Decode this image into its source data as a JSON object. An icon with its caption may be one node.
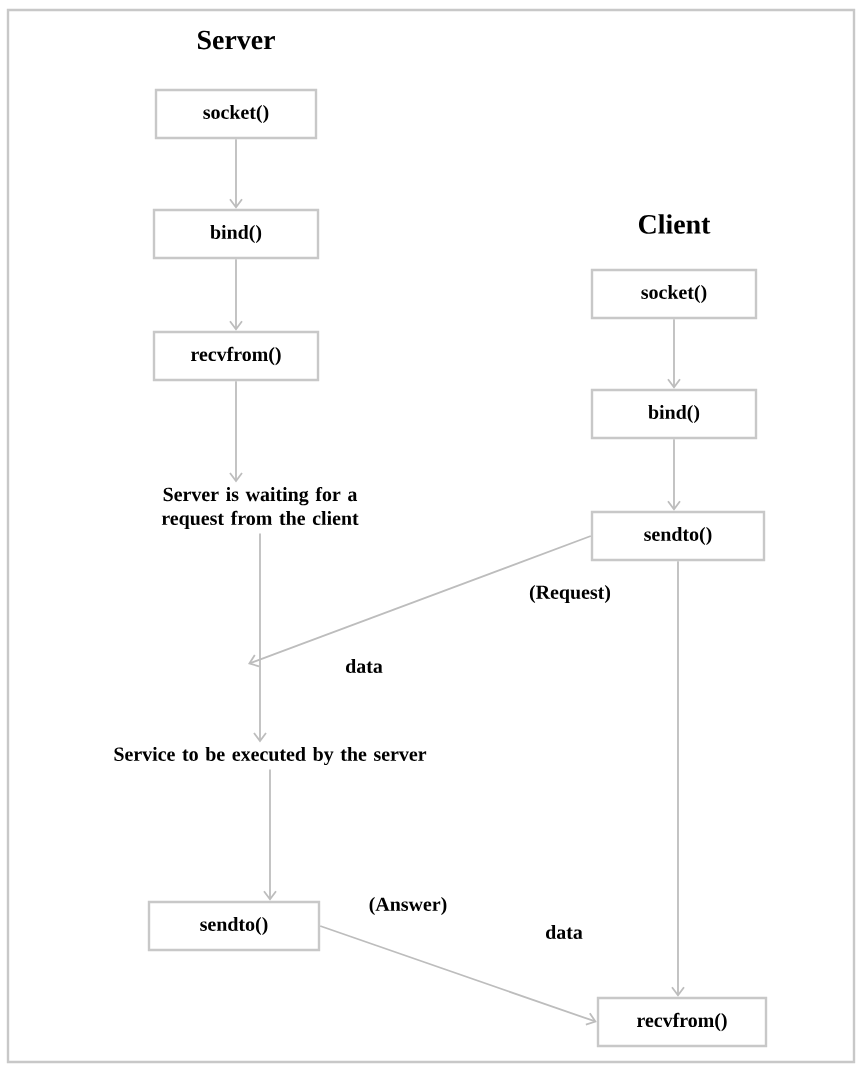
{
  "diagram": {
    "nodes": [
      {
        "text": [
          "socket()"
        ]
      },
      {
        "text": [
          "bind()"
        ]
      },
      {
        "text": [
          "recvfrom()"
        ]
      },
      {
        "text": [
          "Server is waiting for a request from the client"
        ]
      },
      {
        "text": [
          "Service to be executed by the server"
        ]
      },
      {
        "text": [
          "sendto()"
        ]
      },
      {
        "text": [
          "socket()"
        ]
      },
      {
        "text": [
          "bind()"
        ]
      },
      {
        "text": [
          "sendto()"
        ]
      },
      {
        "text": [
          "recvfrom()"
        ]
      }
    ],
    "edges": [
      {
        "from": 0,
        "to": 1,
        "arrow": "to"
      },
      {
        "from": 1,
        "to": 2,
        "arrow": "to"
      },
      {
        "from": 2,
        "to": 3,
        "arrow": "to"
      },
      {
        "from": 3,
        "to": 4,
        "arrow": "to"
      },
      {
        "from": 4,
        "to": 5,
        "arrow": "to"
      },
      {
        "from": 6,
        "to": 7,
        "arrow": "to"
      },
      {
        "from": 7,
        "to": 8,
        "arrow": "to"
      },
      {
        "from": 8,
        "to": 9,
        "arrow": "to"
      },
      {
        "from": 8,
        "to": null,
        "arrow": "to",
        "label": "(Request)"
      },
      {
        "from": 5,
        "to": 9,
        "arrow": "to",
        "label": "(Answer)"
      }
    ],
    "labels": [
      "Server",
      "Client",
      "data",
      "data"
    ]
  }
}
